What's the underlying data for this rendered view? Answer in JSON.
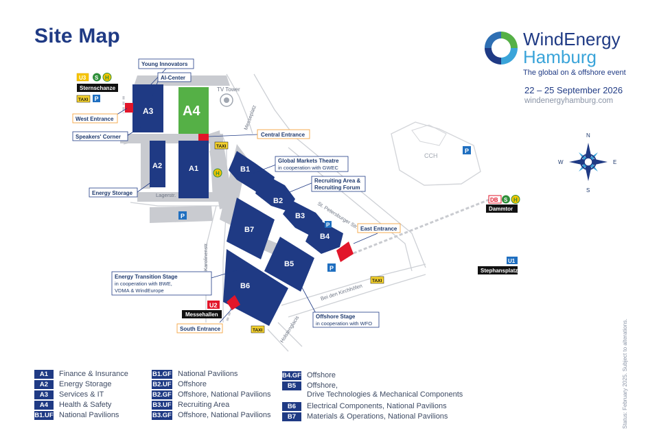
{
  "title": "Site Map",
  "brand": {
    "name_part1": "WindEnergy",
    "name_part2": "Hamburg",
    "tagline": "The global on & offshore event",
    "date": "22 – 25 September 2026",
    "url": "windenergyhamburg.com"
  },
  "colors": {
    "hall": "#1f3a84",
    "hall_a4": "#55b046",
    "entrance": "#e2162a",
    "accent_orange": "#f3a341",
    "road": "#c9cbd0"
  },
  "halls": {
    "A1": "A1",
    "A2": "A2",
    "A3": "A3",
    "A4": "A4",
    "B1": "B1",
    "B2": "B2",
    "B3": "B3",
    "B4": "B4",
    "B5": "B5",
    "B6": "B6",
    "B7": "B7"
  },
  "callouts": {
    "young_innovators": "Young Innovators",
    "ai_center": "AI-Center",
    "west_entrance": "West Entrance",
    "speakers_corner": "Speakers' Corner",
    "energy_storage": "Energy Storage",
    "central_entrance": "Central Entrance",
    "gmt_title": "Global Markets Theatre",
    "gmt_sub": "in cooperation with GWEC",
    "recruit_l1": "Recruiting Area &",
    "recruit_l2": "Recruiting Forum",
    "east_entrance": "East Entrance",
    "ets_title": "Energy Transition Stage",
    "ets_sub1": "in cooperation with BWE,",
    "ets_sub2": "VDMA & WindEurope",
    "south_entrance": "South Entrance",
    "offshore_stage_title": "Offshore Stage",
    "offshore_stage_sub": "in cooperation with WFO"
  },
  "places": {
    "tv_tower": "TV Tower",
    "cch": "CCH",
    "lagerstr": "Lagerstr.",
    "messeplatz": "Messeplatz",
    "karolinenstr": "Karolinenstr.",
    "st_petersburger": "St. Petersburger Str.",
    "bei_den_kirchhoefen": "Bei den Kirchhöfen",
    "holstenglacis": "Holstenglacis"
  },
  "stations": {
    "sternschanze": "Sternschanze",
    "dammtor": "Dammtor",
    "messehallen": "Messehallen",
    "stephansplatz": "Stephansplatz",
    "u3": "U3",
    "u1": "U1",
    "u2": "U2",
    "db": "DB",
    "s": "S",
    "h": "H",
    "taxi": "TAXI",
    "p": "P"
  },
  "compass": {
    "n": "N",
    "s": "S",
    "e": "E",
    "w": "W"
  },
  "legend": {
    "col1": [
      {
        "code": "A1",
        "desc": "Finance & Insurance"
      },
      {
        "code": "A2",
        "desc": "Energy Storage"
      },
      {
        "code": "A3",
        "desc": "Services & IT"
      },
      {
        "code": "A4",
        "desc": "Health & Safety"
      },
      {
        "code": "B1.UF",
        "desc": "National Pavilions"
      }
    ],
    "col2": [
      {
        "code": "B1.GF",
        "desc": "National Pavilions"
      },
      {
        "code": "B2.UF",
        "desc": "Offshore"
      },
      {
        "code": "B2.GF",
        "desc": "Offshore, National Pavilions"
      },
      {
        "code": "B3.UF",
        "desc": "Recruiting Area"
      },
      {
        "code": "B3.GF",
        "desc": "Offshore, National Pavilions"
      }
    ],
    "col3": [
      {
        "code": "B4.GF",
        "desc": "Offshore"
      },
      {
        "code": "B5",
        "desc": "Offshore,"
      },
      {
        "code": "",
        "desc": "Drive Technologies & Mechanical Components"
      },
      {
        "code": "B6",
        "desc": "Electrical Components, National Pavilions"
      },
      {
        "code": "B7",
        "desc": "Materials & Operations, National Pavilions"
      }
    ]
  },
  "status_note": "Status: February 2025. Subject to alterations."
}
